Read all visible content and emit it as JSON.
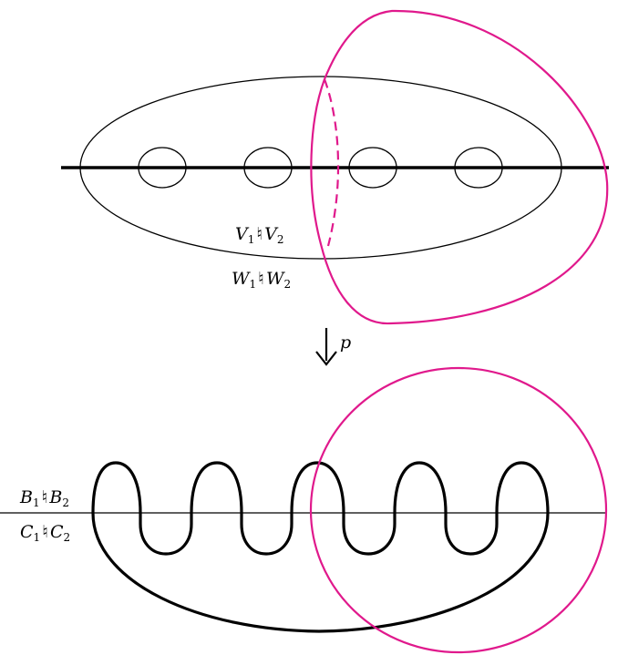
{
  "labels": {
    "v_union": {
      "a": "V",
      "a_sub": "1",
      "sym": "♮",
      "b": "V",
      "b_sub": "2"
    },
    "w_union": {
      "a": "W",
      "a_sub": "1",
      "sym": "♮",
      "b": "W",
      "b_sub": "2"
    },
    "map": "p",
    "b_union": {
      "a": "B",
      "a_sub": "1",
      "sym": "♮",
      "b": "B",
      "b_sub": "2"
    },
    "c_union": {
      "a": "C",
      "a_sub": "1",
      "sym": "♮",
      "b": "C",
      "b_sub": "2"
    }
  },
  "colors": {
    "ink": "#000000",
    "curve": "#e0198c"
  }
}
